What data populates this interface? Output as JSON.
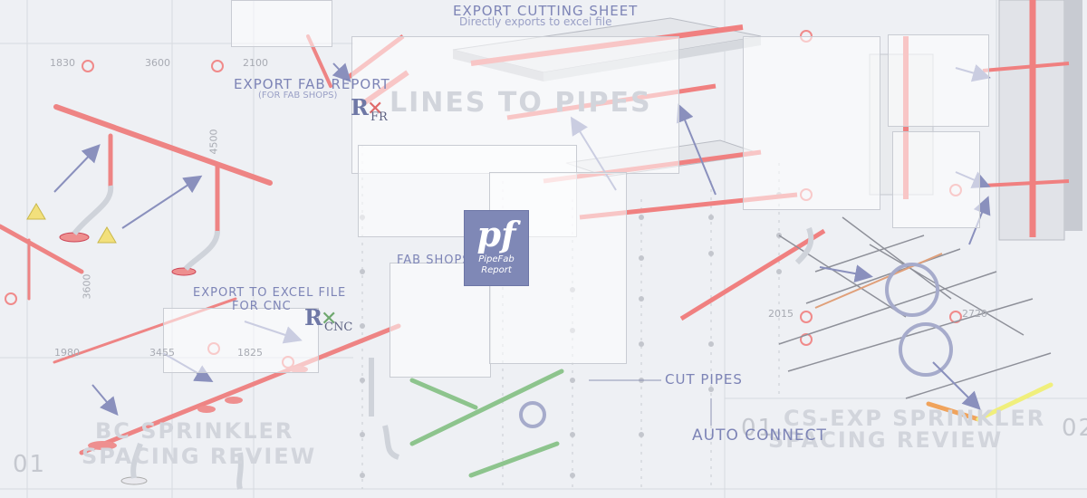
{
  "labels": {
    "export_cutting_sheet": "EXPORT CUTTING SHEET",
    "directly_exports": "Directly exports to excel file",
    "export_fab_report": "EXPORT FAB REPORT",
    "for_fab_shops": "(FOR FAB SHOPS)",
    "lines_to_pipes": "LINES TO PIPES",
    "export_excel_cnc": "EXPORT TO EXCEL FILE",
    "for_cnc": "FOR CNC",
    "fab_shops": "FAB SHOPS",
    "cut_pipes": "CUT PIPES",
    "auto_connect": "AUTO CONNECT",
    "bc_sprinkler": "BC SPRINKLER",
    "spacing_review_left": "SPACING REVIEW",
    "cs_exp_sprinkler": "CS-EXP SPRINKLER",
    "spacing_review_right": "SPACING REVIEW"
  },
  "badges": {
    "fr": {
      "rx": "R",
      "sub": "FR"
    },
    "cnc": {
      "rx": "R",
      "sub": "CNC"
    }
  },
  "logo": {
    "mark": "pf",
    "name_line1": "PipeFab",
    "name_line2": "Report"
  },
  "dimensions": {
    "d1830": "1830",
    "d3600a": "3600",
    "d2100": "2100",
    "d4500": "4500",
    "d3600b": "3600",
    "d1980": "1980",
    "d3455": "3455",
    "d1825": "1825",
    "d2015": "2015",
    "d2720": "2720"
  },
  "sheet_numbers": {
    "left": "01",
    "mid": "01",
    "right": "02"
  },
  "colors": {
    "pipe_red": "#ee7d7d",
    "accent_blue": "#7d84b6",
    "grid_gray": "#c9ccd3",
    "pipe_green": "#8dc48d",
    "pipe_orange": "#f0a35c",
    "pipe_yellow": "#f0ef7c"
  }
}
